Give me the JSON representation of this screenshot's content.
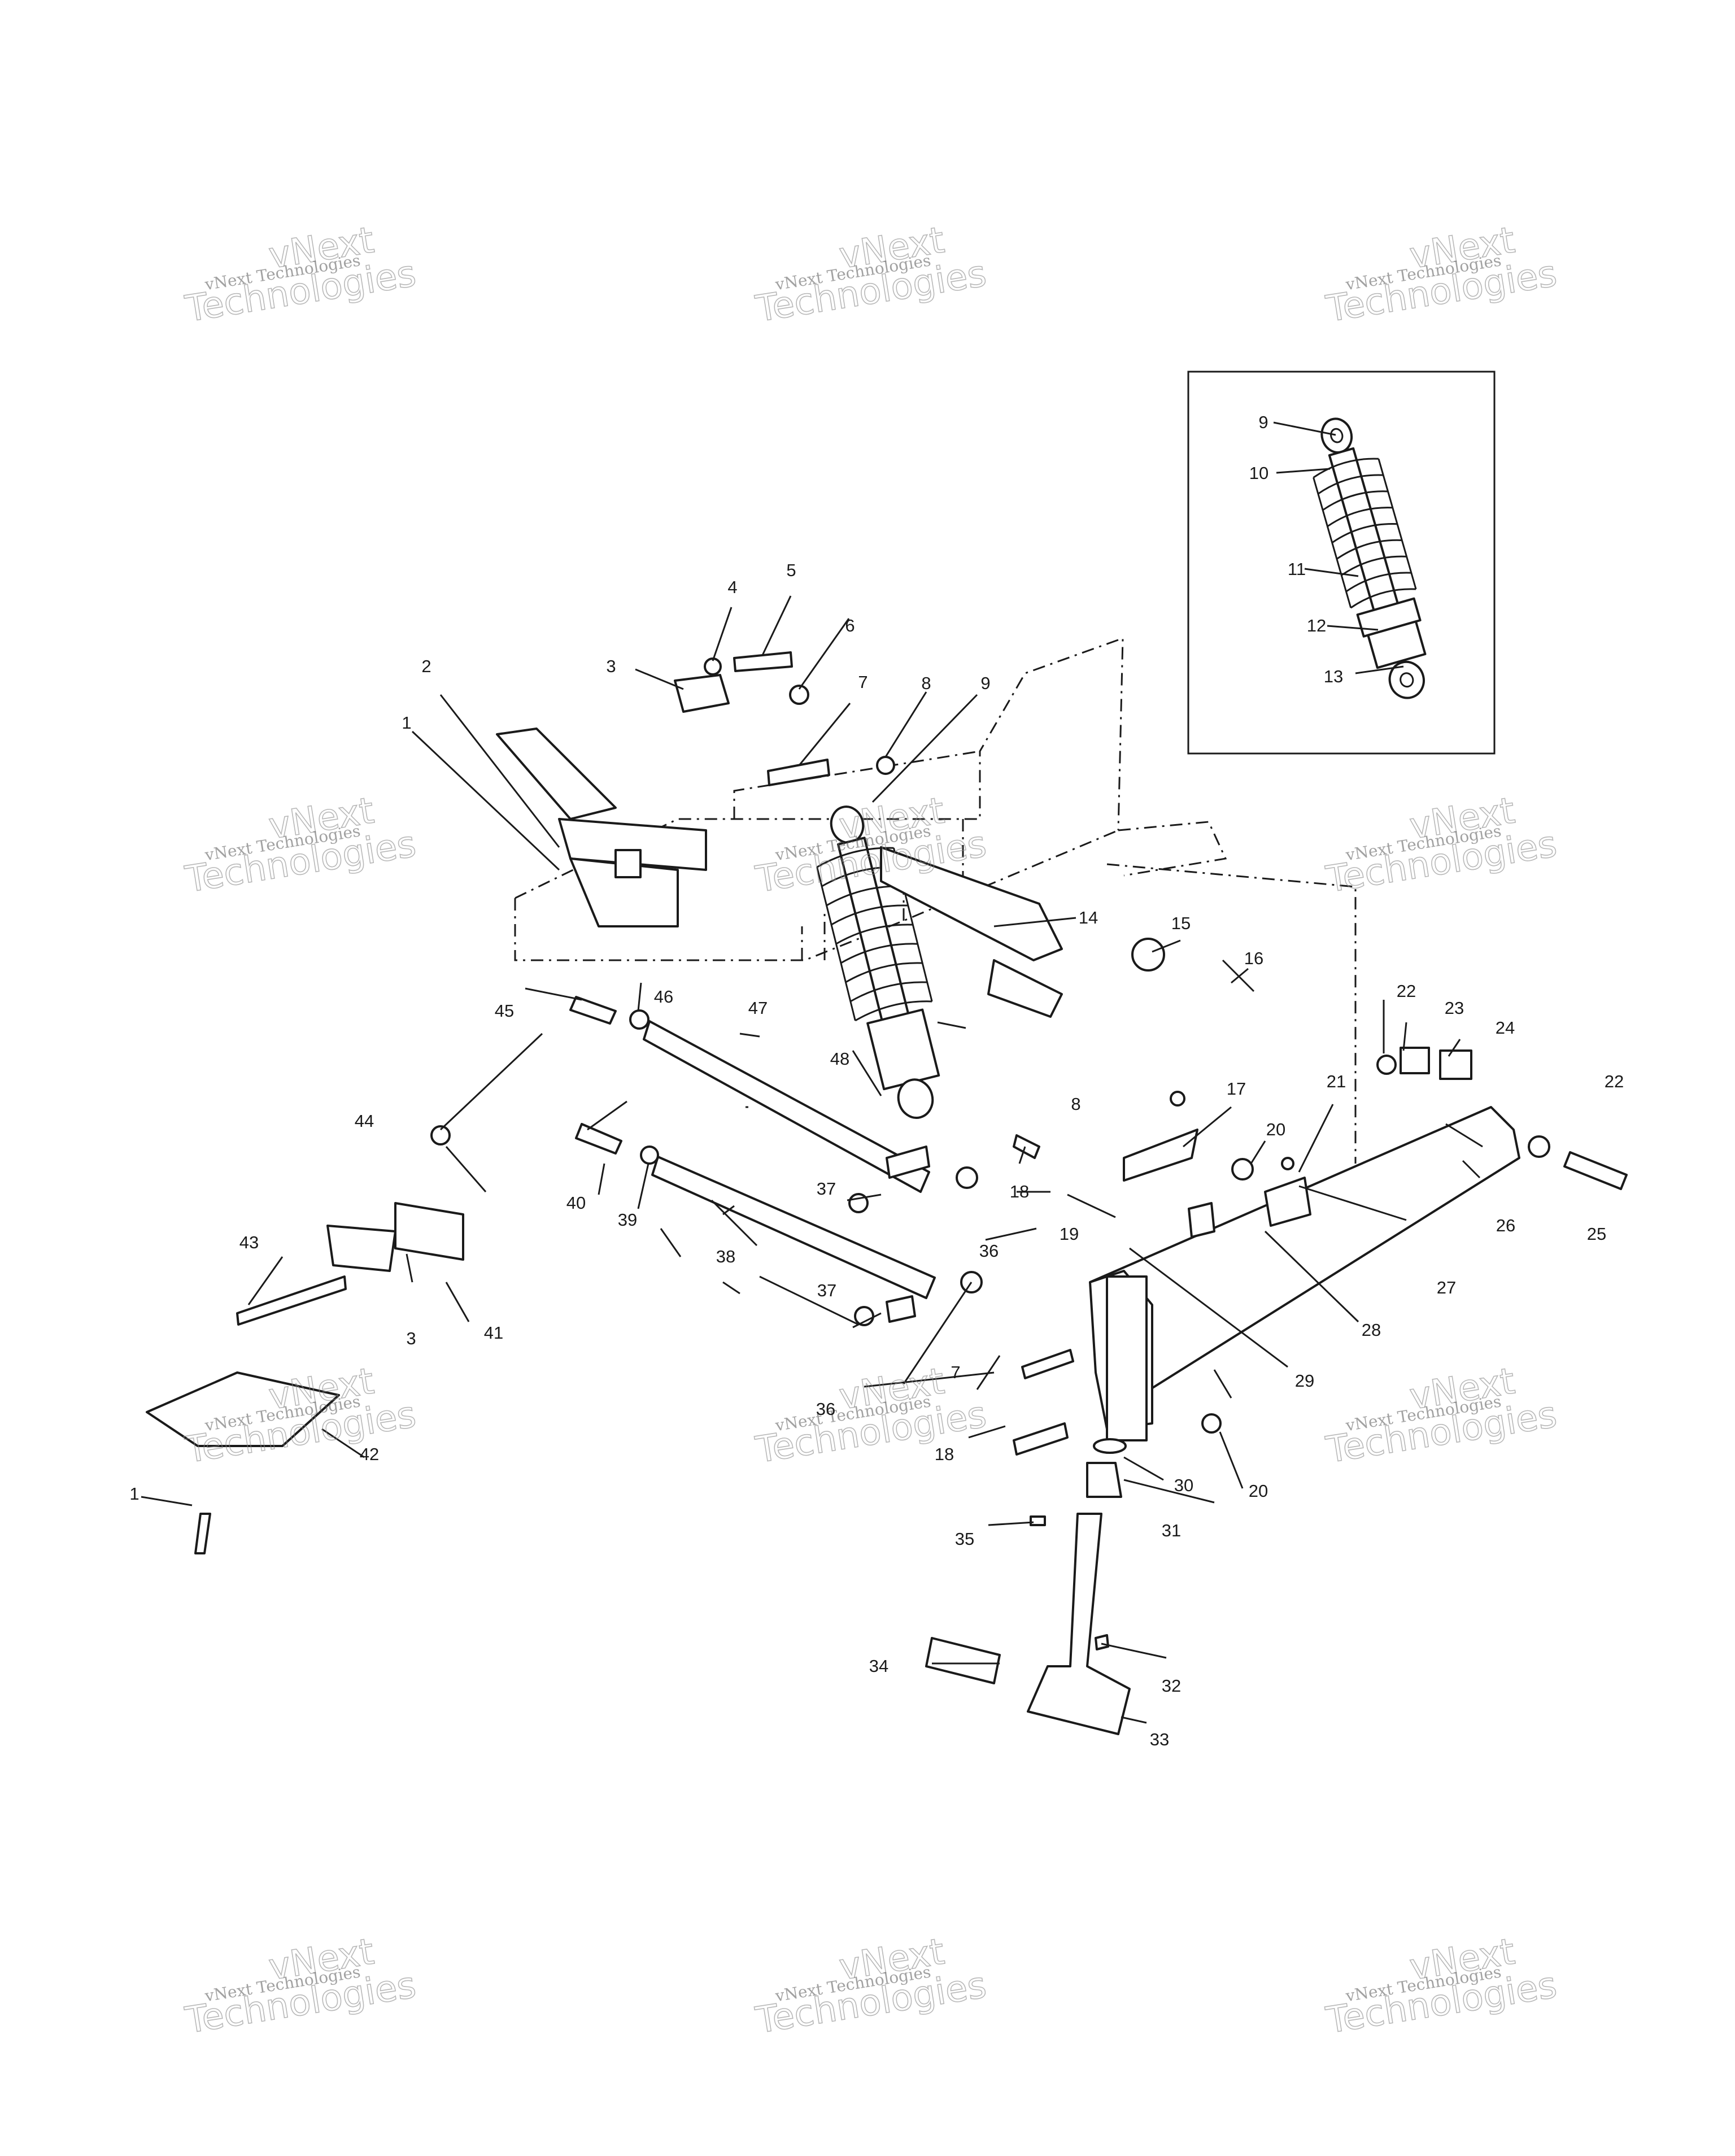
{
  "watermark": {
    "small_text": "vNext Technologies",
    "large_line1": "vNext",
    "large_line2": "Technologies"
  },
  "callouts": [
    {
      "id": "c1a",
      "label": "1"
    },
    {
      "id": "c1b",
      "label": "1"
    },
    {
      "id": "c2",
      "label": "2"
    },
    {
      "id": "c3a",
      "label": "3"
    },
    {
      "id": "c3b",
      "label": "3"
    },
    {
      "id": "c4",
      "label": "4"
    },
    {
      "id": "c5",
      "label": "5"
    },
    {
      "id": "c6",
      "label": "6"
    },
    {
      "id": "c7a",
      "label": "7"
    },
    {
      "id": "c7b",
      "label": "7"
    },
    {
      "id": "c8a",
      "label": "8"
    },
    {
      "id": "c8b",
      "label": "8"
    },
    {
      "id": "c9a",
      "label": "9"
    },
    {
      "id": "c9b",
      "label": "9"
    },
    {
      "id": "c10",
      "label": "10"
    },
    {
      "id": "c11",
      "label": "11"
    },
    {
      "id": "c12",
      "label": "12"
    },
    {
      "id": "c13",
      "label": "13"
    },
    {
      "id": "c14",
      "label": "14"
    },
    {
      "id": "c15",
      "label": "15"
    },
    {
      "id": "c16",
      "label": "16"
    },
    {
      "id": "c17",
      "label": "17"
    },
    {
      "id": "c18a",
      "label": "18"
    },
    {
      "id": "c18b",
      "label": "18"
    },
    {
      "id": "c19",
      "label": "19"
    },
    {
      "id": "c20a",
      "label": "20"
    },
    {
      "id": "c20b",
      "label": "20"
    },
    {
      "id": "c21",
      "label": "21"
    },
    {
      "id": "c22a",
      "label": "22"
    },
    {
      "id": "c22b",
      "label": "22"
    },
    {
      "id": "c23",
      "label": "23"
    },
    {
      "id": "c24",
      "label": "24"
    },
    {
      "id": "c25",
      "label": "25"
    },
    {
      "id": "c26",
      "label": "26"
    },
    {
      "id": "c27",
      "label": "27"
    },
    {
      "id": "c28",
      "label": "28"
    },
    {
      "id": "c29",
      "label": "29"
    },
    {
      "id": "c30",
      "label": "30"
    },
    {
      "id": "c31",
      "label": "31"
    },
    {
      "id": "c32",
      "label": "32"
    },
    {
      "id": "c33",
      "label": "33"
    },
    {
      "id": "c34",
      "label": "34"
    },
    {
      "id": "c35",
      "label": "35"
    },
    {
      "id": "c36a",
      "label": "36"
    },
    {
      "id": "c36b",
      "label": "36"
    },
    {
      "id": "c37a",
      "label": "37"
    },
    {
      "id": "c37b",
      "label": "37"
    },
    {
      "id": "c38",
      "label": "38"
    },
    {
      "id": "c39",
      "label": "39"
    },
    {
      "id": "c40",
      "label": "40"
    },
    {
      "id": "c41",
      "label": "41"
    },
    {
      "id": "c42",
      "label": "42"
    },
    {
      "id": "c43",
      "label": "43"
    },
    {
      "id": "c44",
      "label": "44"
    },
    {
      "id": "c45",
      "label": "45"
    },
    {
      "id": "c46",
      "label": "46"
    },
    {
      "id": "c47",
      "label": "47"
    },
    {
      "id": "c48",
      "label": "48"
    }
  ]
}
